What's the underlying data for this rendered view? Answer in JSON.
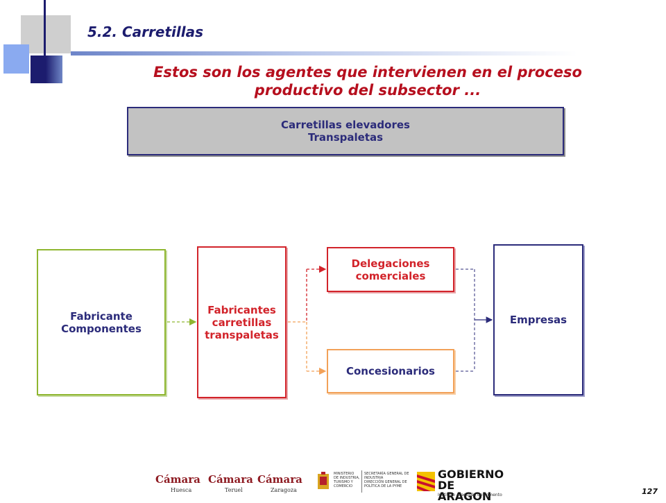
{
  "header": {
    "section_title": "5.2. Carretillas",
    "subtitle_line1": "Estos son los agentes que intervienen en el proceso",
    "subtitle_line2": "productivo del subsector ..."
  },
  "product_box": {
    "line1": "Carretillas elevadores",
    "line2": "Transpaletas"
  },
  "nodes": {
    "fabricante_componentes": [
      "Fabricante",
      "Componentes"
    ],
    "fabricantes_carretillas": [
      "Fabricantes",
      "carretillas",
      "transpaletas"
    ],
    "delegaciones": [
      "Delegaciones",
      "comerciales"
    ],
    "concesionarios": "Concesionarios",
    "empresas": "Empresas"
  },
  "colors": {
    "navy": "#2b2b7a",
    "red": "#d2232a",
    "green": "#8fb630",
    "orange": "#f2a158",
    "gray_box": "#c2c2c2"
  },
  "footer": {
    "logos": [
      {
        "brand": "Cámara",
        "city": "Huesca"
      },
      {
        "brand": "Cámara",
        "city": "Teruel"
      },
      {
        "brand": "Cámara",
        "city": "Zaragoza"
      }
    ],
    "ministry_left": [
      "MINISTERIO",
      "DE INDUSTRIA,",
      "TURISMO Y",
      "COMERCIO"
    ],
    "ministry_right": [
      "SECRETARÍA GENERAL DE",
      "INDUSTRIA",
      "DIRECCIÓN GENERAL DE",
      "POLÍTICA DE LA PYME"
    ],
    "gobierno": [
      "GOBIERNO",
      "DE ARAGON"
    ],
    "gobierno_sub": "Instituto Aragonés de Fomento",
    "page_number": "127"
  }
}
